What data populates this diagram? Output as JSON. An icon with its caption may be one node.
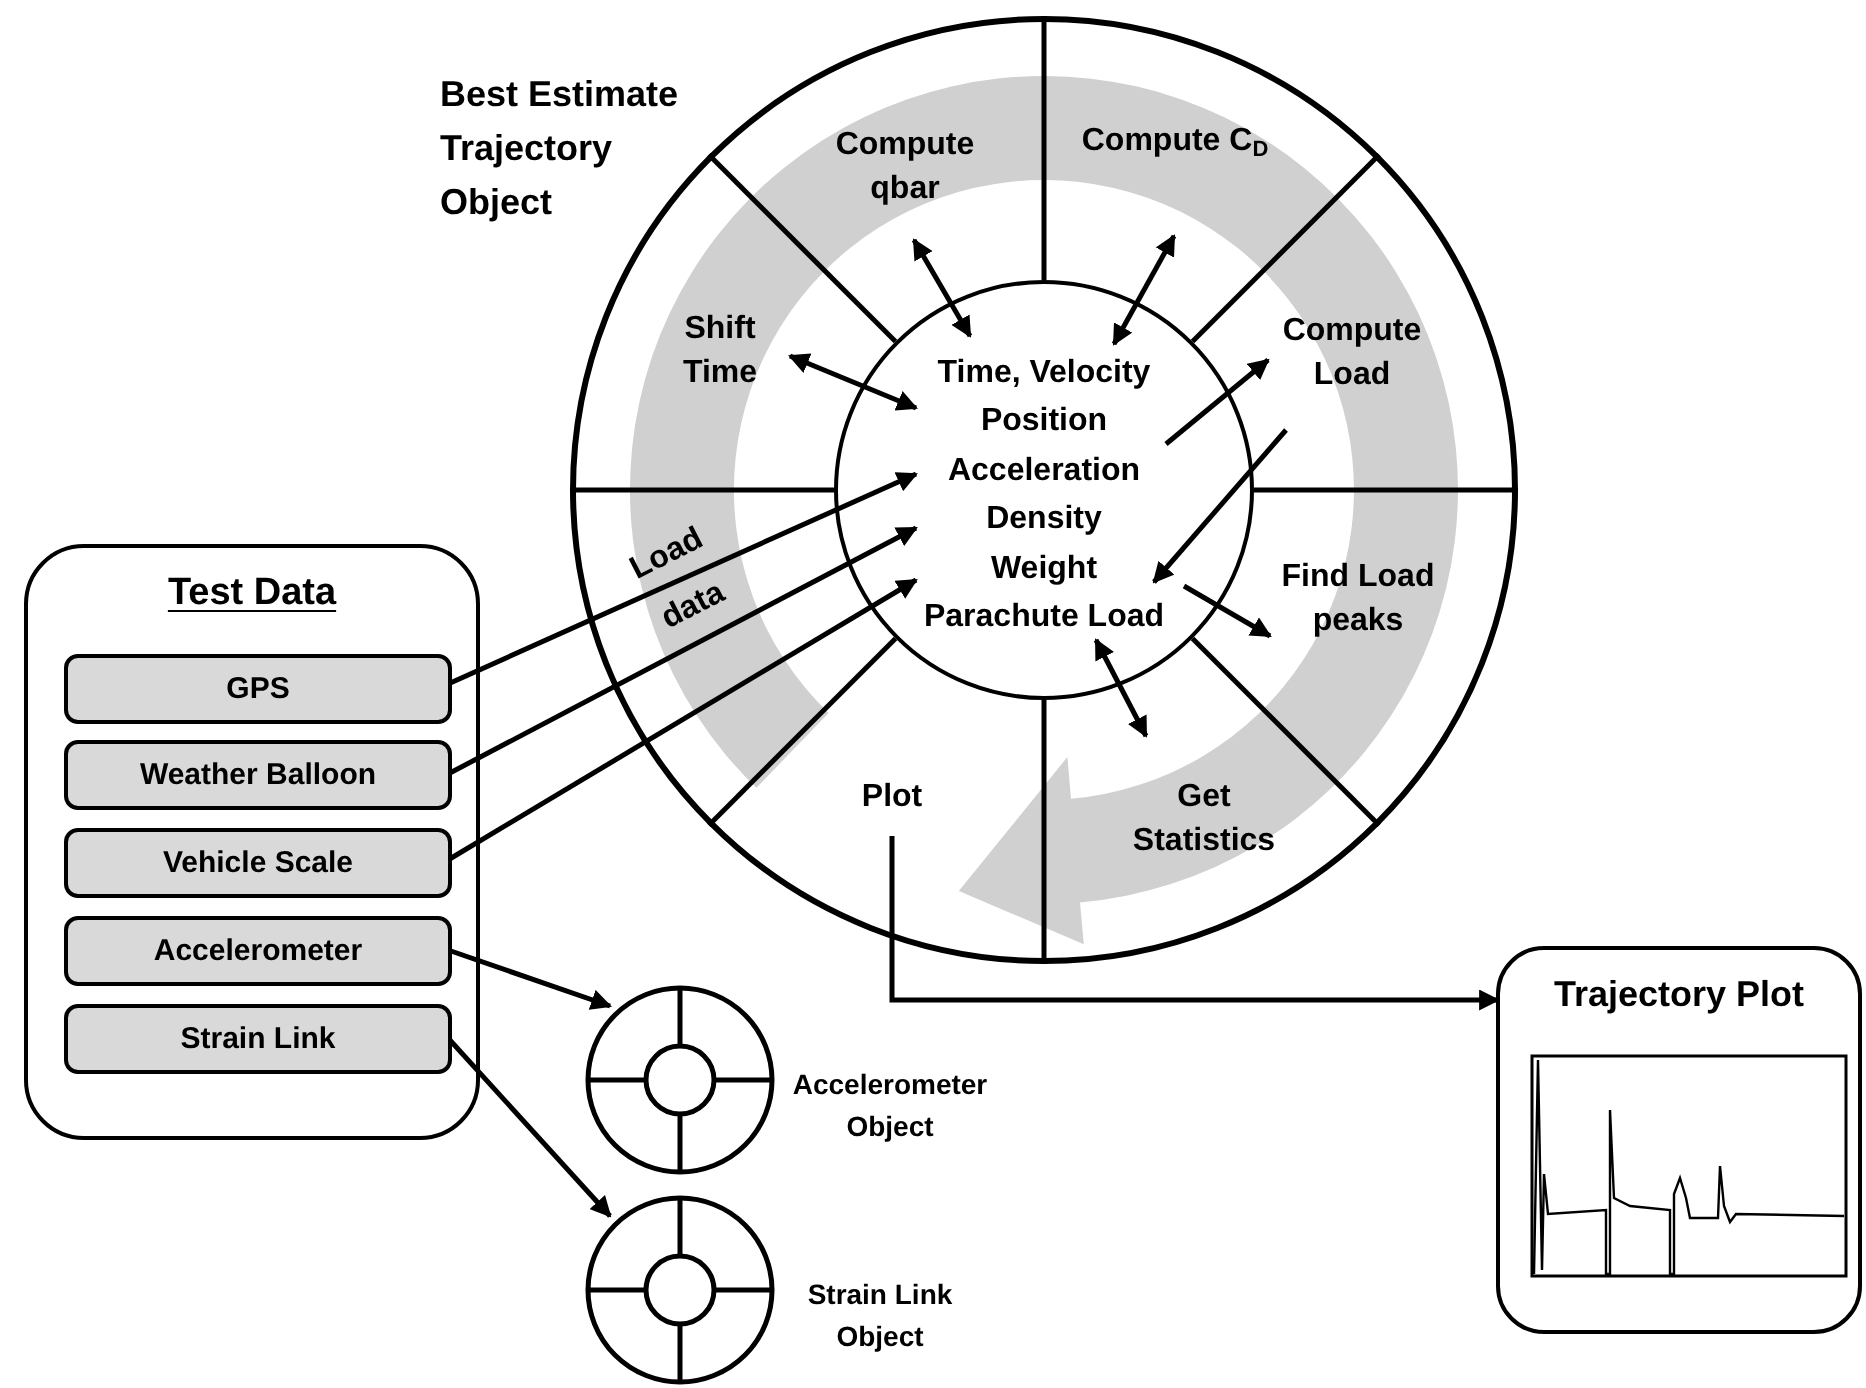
{
  "diagram": {
    "nodes": [
      {
        "text": [
          "Best Estimate Trajectory Object"
        ]
      },
      {
        "text": [
          "Compute qbar"
        ],
        "in": 0
      },
      {
        "text": [
          "Compute C$_{D}$"
        ],
        "in": 0
      },
      {
        "text": [
          "Shift Time"
        ],
        "in": 0
      },
      {
        "text": [
          "Time, Velocity",
          "Position",
          "Acceleration",
          "Density",
          "Weight",
          "Parachute Load"
        ],
        "in": 0
      },
      {
        "text": [
          "Compute Load"
        ],
        "in": 0
      },
      {
        "text": [
          "Load data"
        ],
        "in": 0
      },
      {
        "text": [
          "Find Load peaks"
        ],
        "in": 0
      },
      {
        "text": [
          "Plot"
        ],
        "in": 0
      },
      {
        "text": [
          "Get Statistics"
        ],
        "in": 0
      },
      {
        "text": [
          "Test Data"
        ]
      },
      {
        "text": [
          "GPS"
        ],
        "in": 10
      },
      {
        "text": [
          "Weather Balloon"
        ],
        "in": 10
      },
      {
        "text": [
          "Vehicle Scale"
        ],
        "in": 10
      },
      {
        "text": [
          "Accelerometer"
        ],
        "in": 10
      },
      {
        "text": [
          "Strain Link"
        ],
        "in": 10
      },
      {
        "text": [
          "Accelerometer Object"
        ]
      },
      {
        "text": [
          "Strain Link Object"
        ]
      },
      {
        "text": [
          "Trajectory Plot"
        ]
      }
    ],
    "edges": [
      {
        "from": 3,
        "to": 4,
        "arrow": "both"
      },
      {
        "from": 1,
        "to": 4,
        "arrow": "both"
      },
      {
        "from": 2,
        "to": 4,
        "arrow": "both"
      },
      {
        "from": 4,
        "to": 5,
        "arrow": "to"
      },
      {
        "from": 5,
        "to": 4,
        "arrow": "to"
      },
      {
        "from": 4,
        "to": 7,
        "arrow": "to"
      },
      {
        "from": 9,
        "to": 4,
        "arrow": "both"
      },
      {
        "from": 11,
        "to": 4,
        "arrow": "to"
      },
      {
        "from": 12,
        "to": 4,
        "arrow": "to"
      },
      {
        "from": 13,
        "to": 4,
        "arrow": "to"
      },
      {
        "from": 8,
        "to": 18,
        "arrow": "to"
      },
      {
        "from": 14,
        "to": 16,
        "arrow": "to"
      },
      {
        "from": 15,
        "to": 17,
        "arrow": "to"
      }
    ]
  }
}
